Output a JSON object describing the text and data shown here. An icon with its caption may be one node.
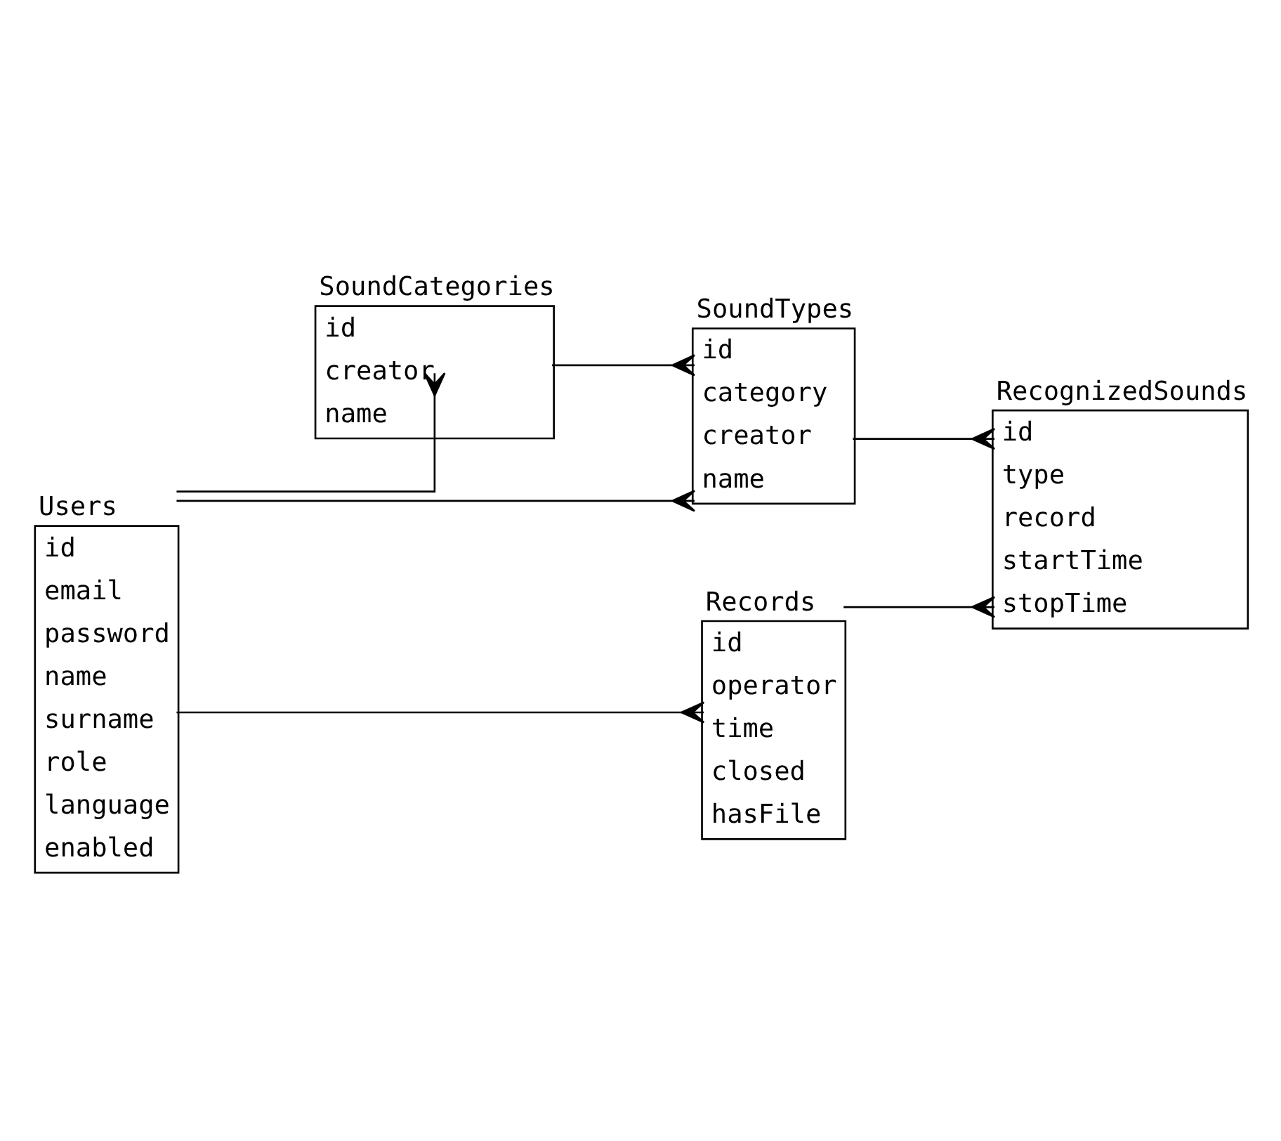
{
  "diagram": {
    "nodes": [
      {
        "text": [
          "SoundCategories",
          "id",
          "creator",
          "name"
        ]
      },
      {
        "text": [
          "SoundTypes",
          "id",
          "category",
          "creator",
          "name"
        ]
      },
      {
        "text": [
          "RecognizedSounds",
          "id",
          "type",
          "record",
          "startTime",
          "stopTime"
        ]
      },
      {
        "text": [
          "Records",
          "id",
          "operator",
          "time",
          "closed",
          "hasFile"
        ]
      },
      {
        "text": [
          "Users",
          "id",
          "email",
          "password",
          "name",
          "surname",
          "role",
          "language",
          "enabled"
        ]
      }
    ],
    "edges": [
      {
        "from": 4,
        "to": 0,
        "arrow": "other"
      },
      {
        "from": 0,
        "to": 1,
        "arrow": "other"
      },
      {
        "from": 4,
        "to": 1,
        "arrow": "other"
      },
      {
        "from": 1,
        "to": 2,
        "arrow": "other"
      },
      {
        "from": 3,
        "to": 2,
        "arrow": "other"
      },
      {
        "from": 4,
        "to": 3,
        "arrow": "other"
      }
    ]
  }
}
